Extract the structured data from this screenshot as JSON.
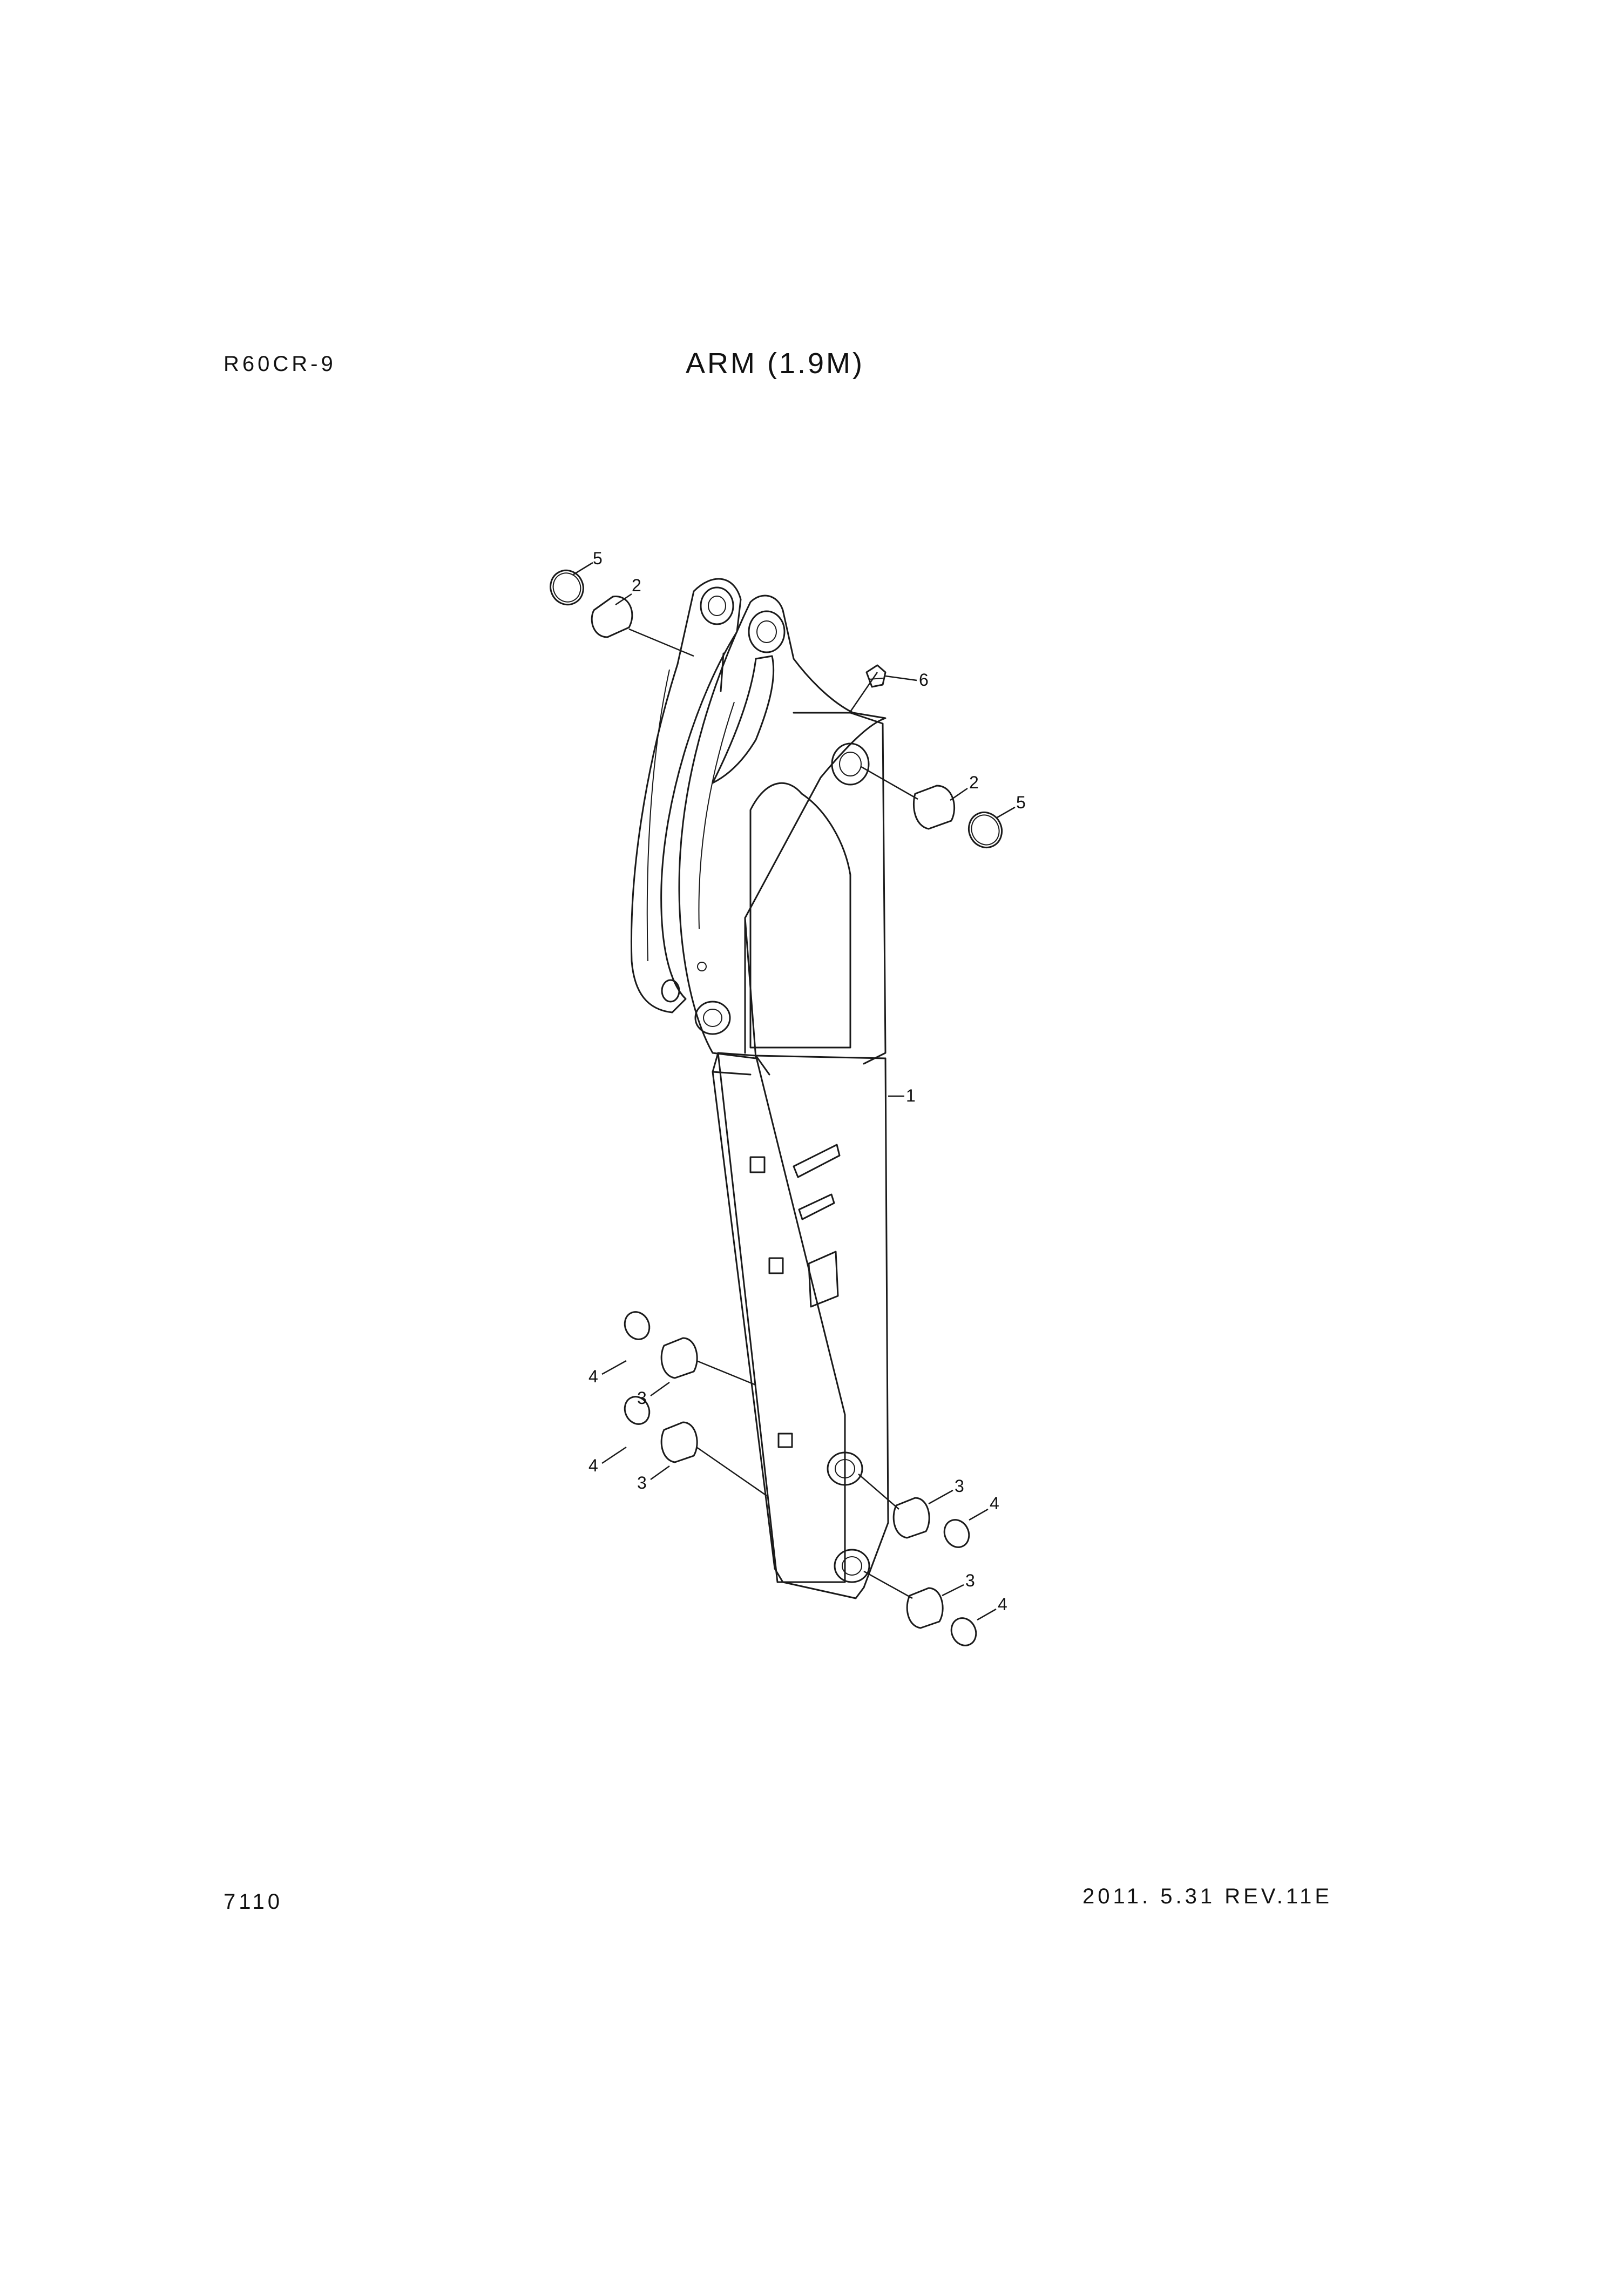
{
  "header": {
    "model": "R60CR-9",
    "title": "ARM (1.9M)"
  },
  "footer": {
    "page_number": "7110",
    "revision": "2011. 5.31  REV.11E"
  },
  "callouts": [
    "5",
    "2",
    "6",
    "2",
    "5",
    "1",
    "4",
    "3",
    "4",
    "3",
    "3",
    "4",
    "3",
    "4"
  ]
}
